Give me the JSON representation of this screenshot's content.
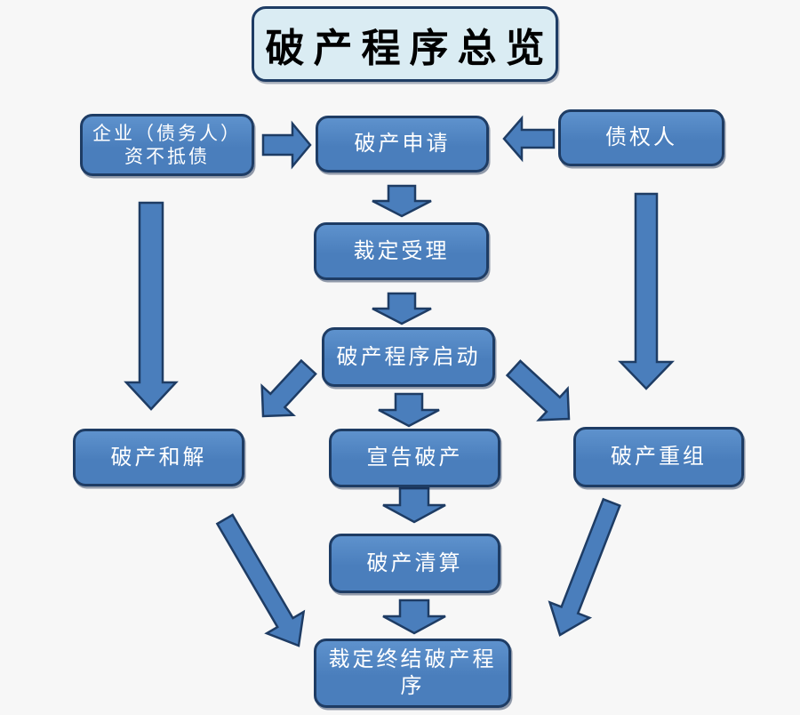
{
  "page": {
    "background": "#f7f7f7"
  },
  "title": "破产程序总览",
  "colors": {
    "background": "#f7f7f7",
    "node_fill": "#4a7ebc",
    "node_fill_light": "#5e92cd",
    "node_border": "#1e3c64",
    "title_fill": "#daecf3",
    "title_text": "#000000",
    "node_text": "#ffffff",
    "arrow_fill": "#4a7ebc",
    "arrow_border": "#1e3c64"
  },
  "nodes": {
    "debtor": {
      "lines": [
        "企业（债务人）",
        "资不抵债"
      ]
    },
    "application": {
      "label": "破产申请"
    },
    "creditor": {
      "label": "债权人"
    },
    "acceptance": {
      "label": "裁定受理"
    },
    "start": {
      "label": "破产程序启动"
    },
    "reconciliation": {
      "label": "破产和解"
    },
    "declare": {
      "label": "宣告破产"
    },
    "reorganization": {
      "label": "破产重组"
    },
    "liquidation": {
      "label": "破产清算"
    },
    "termination": {
      "lines": [
        "裁定终结破产程",
        "序"
      ]
    }
  },
  "edges": [
    {
      "from": "企业（债务人）资不抵债",
      "to": "破产申请"
    },
    {
      "from": "债权人",
      "to": "破产申请"
    },
    {
      "from": "破产申请",
      "to": "裁定受理"
    },
    {
      "from": "裁定受理",
      "to": "破产程序启动"
    },
    {
      "from": "破产程序启动",
      "to": "破产和解"
    },
    {
      "from": "破产程序启动",
      "to": "宣告破产"
    },
    {
      "from": "破产程序启动",
      "to": "破产重组"
    },
    {
      "from": "企业（债务人）资不抵债",
      "to": "破产和解"
    },
    {
      "from": "债权人",
      "to": "破产重组"
    },
    {
      "from": "宣告破产",
      "to": "破产清算"
    },
    {
      "from": "破产清算",
      "to": "裁定终结破产程序"
    },
    {
      "from": "破产和解",
      "to": "裁定终结破产程序"
    },
    {
      "from": "破产重组",
      "to": "裁定终结破产程序"
    }
  ]
}
